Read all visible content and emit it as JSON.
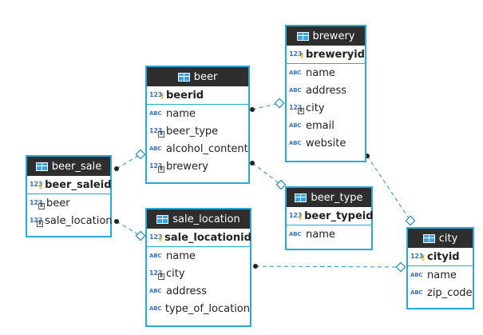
{
  "entities": {
    "brewery": {
      "title": "brewery",
      "pk": [
        {
          "name": "breweryid",
          "type": "123",
          "icon": "key-icon"
        }
      ],
      "columns": [
        {
          "name": "name",
          "type": "ABC",
          "icon": "text-type-icon"
        },
        {
          "name": "address",
          "type": "ABC",
          "icon": "text-type-icon"
        },
        {
          "name": "city",
          "type": "123",
          "icon": "foreign-key-icon"
        },
        {
          "name": "email",
          "type": "ABC",
          "icon": "text-type-icon"
        },
        {
          "name": "website",
          "type": "ABC",
          "icon": "text-type-icon"
        }
      ]
    },
    "beer": {
      "title": "beer",
      "pk": [
        {
          "name": "beerid",
          "type": "123",
          "icon": "key-icon"
        }
      ],
      "columns": [
        {
          "name": "name",
          "type": "ABC",
          "icon": "text-type-icon"
        },
        {
          "name": "beer_type",
          "type": "123",
          "icon": "foreign-key-icon"
        },
        {
          "name": "alcohol_content",
          "type": "ABC",
          "icon": "text-type-icon"
        },
        {
          "name": "brewery",
          "type": "123",
          "icon": "foreign-key-icon"
        }
      ]
    },
    "beer_sale": {
      "title": "beer_sale",
      "pk": [
        {
          "name": "beer_saleid",
          "type": "123",
          "icon": "key-icon"
        }
      ],
      "columns": [
        {
          "name": "beer",
          "type": "123",
          "icon": "foreign-key-icon"
        },
        {
          "name": "sale_location",
          "type": "123",
          "icon": "foreign-key-icon"
        }
      ]
    },
    "beer_type": {
      "title": "beer_type",
      "pk": [
        {
          "name": "beer_typeid",
          "type": "123",
          "icon": "key-icon"
        }
      ],
      "columns": [
        {
          "name": "name",
          "type": "ABC",
          "icon": "text-type-icon"
        }
      ]
    },
    "sale_location": {
      "title": "sale_location",
      "pk": [
        {
          "name": "sale_locationid",
          "type": "123",
          "icon": "key-icon"
        }
      ],
      "columns": [
        {
          "name": "name",
          "type": "ABC",
          "icon": "text-type-icon"
        },
        {
          "name": "city",
          "type": "123",
          "icon": "foreign-key-icon"
        },
        {
          "name": "address",
          "type": "ABC",
          "icon": "text-type-icon"
        },
        {
          "name": "type_of_location",
          "type": "ABC",
          "icon": "text-type-icon"
        }
      ]
    },
    "city": {
      "title": "city",
      "pk": [
        {
          "name": "cityid",
          "type": "123",
          "icon": "key-icon"
        }
      ],
      "columns": [
        {
          "name": "name",
          "type": "ABC",
          "icon": "text-type-icon"
        },
        {
          "name": "zip_code",
          "type": "ABC",
          "icon": "text-type-icon"
        }
      ]
    }
  },
  "relationships": [
    {
      "from": "beer.brewery",
      "to": "brewery"
    },
    {
      "from": "beer.beer_type",
      "to": "beer_type"
    },
    {
      "from": "beer_sale.beer",
      "to": "beer"
    },
    {
      "from": "beer_sale.sale_location",
      "to": "sale_location"
    },
    {
      "from": "brewery.city",
      "to": "city"
    },
    {
      "from": "sale_location.city",
      "to": "city"
    }
  ],
  "colors": {
    "header_bg": "#2e2e2e",
    "border": "#29a9d8",
    "relationship_line": "#2b8fc1",
    "type_icon": "#3a74b8",
    "key_icon": "#d9a000"
  }
}
